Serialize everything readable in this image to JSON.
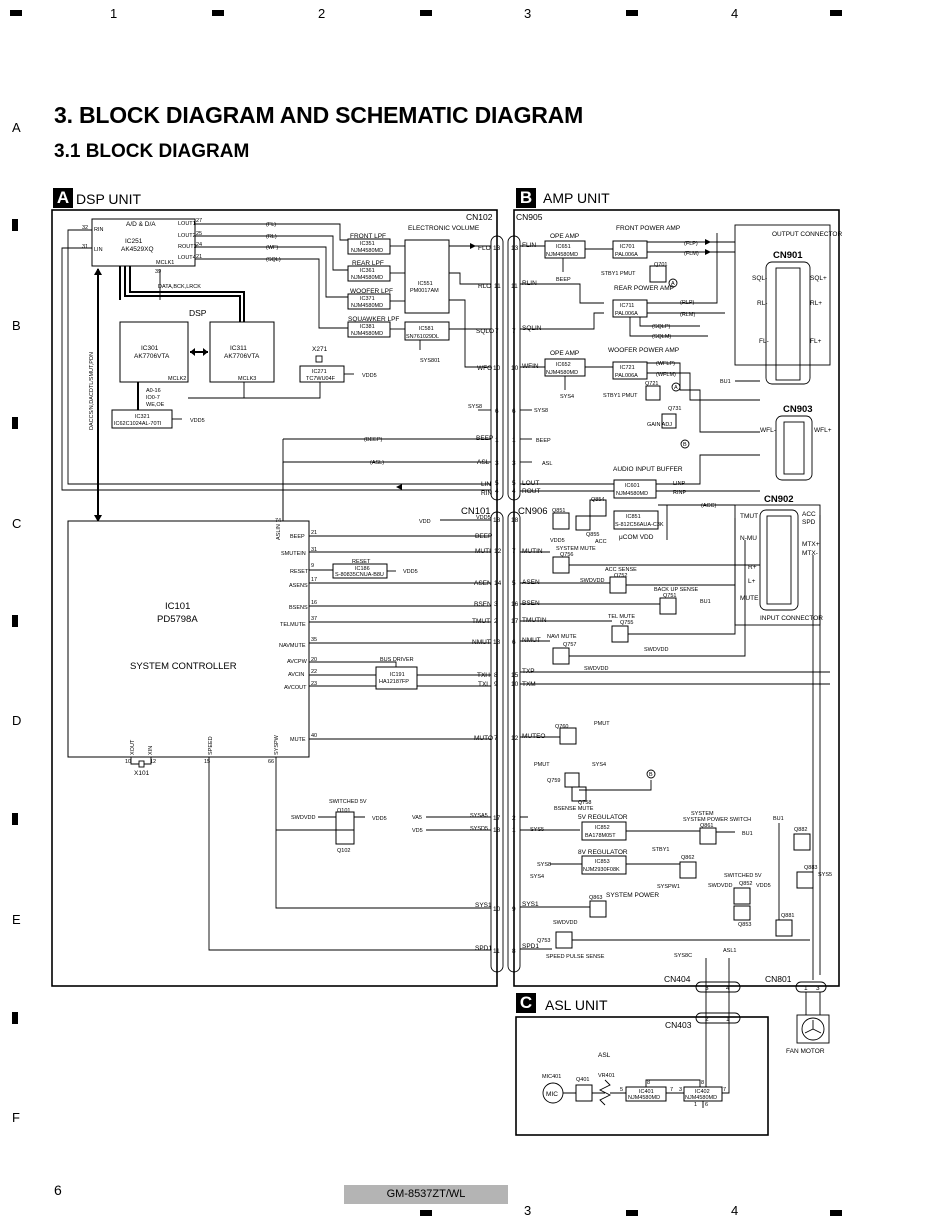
{
  "grid": {
    "columns": [
      "1",
      "2",
      "3",
      "4"
    ],
    "rows": [
      "A",
      "B",
      "C",
      "D",
      "E",
      "F"
    ]
  },
  "heading": {
    "title": "3. BLOCK DIAGRAM AND SCHEMATIC DIAGRAM",
    "subtitle": "3.1 BLOCK DIAGRAM"
  },
  "sections": {
    "dsp": {
      "badge": "A",
      "title": "DSP UNIT"
    },
    "amp": {
      "badge": "B",
      "title": "AMP UNIT"
    },
    "asl": {
      "badge": "C",
      "title": "ASL UNIT"
    }
  },
  "footer": {
    "page": "6",
    "model": "GM-8537ZT/WL"
  },
  "connectors": {
    "cn102": "CN102",
    "cn905": "CN905",
    "cn101": "CN101",
    "cn906": "CN906",
    "cn901": "CN901",
    "cn903": "CN903",
    "cn902": "CN902",
    "cn404": "CN404",
    "cn801": "CN801",
    "cn403": "CN403",
    "output_connector": "OUTPUT CONNECTOR",
    "input_connector": "INPUT CONNECTOR"
  },
  "chips": {
    "ic251": {
      "title": "A/D & D/A",
      "name": "IC251",
      "part": "AK4529XQ"
    },
    "ic301": {
      "name": "IC301",
      "part": "AK7706VTA"
    },
    "ic311": {
      "name": "IC311",
      "part": "AK7706VTA"
    },
    "dsp_label": "DSP",
    "ic321": {
      "name": "IC321",
      "part": "IC62C1024AL-70TI"
    },
    "ic271": {
      "name": "IC271",
      "part": "TC7WU04F"
    },
    "ic351": {
      "func": "FRONT LPF",
      "name": "IC351",
      "part": "NJM4580MD"
    },
    "ic361": {
      "func": "REAR LPF",
      "name": "IC361",
      "part": "NJM4580MD"
    },
    "ic371": {
      "func": "WOOFER LPF",
      "name": "IC371",
      "part": "NJM4580MD"
    },
    "ic381": {
      "func": "SQUAWKER LPF",
      "name": "IC381",
      "part": "NJM4580MD"
    },
    "ic551": {
      "func": "ELECTRONIC VOLUME",
      "name": "IC551",
      "part": "PM0017AM"
    },
    "ic581": {
      "name": "IC581",
      "part": "SN761029DL"
    },
    "ic101": {
      "name": "IC101",
      "part": "PD5798A",
      "func": "SYSTEM CONTROLLER"
    },
    "ic186": {
      "func": "RESET",
      "name": "IC186",
      "part": "S-80835CNUA-B8U"
    },
    "ic191": {
      "func": "BUS DRIVER",
      "name": "IC191",
      "part": "HA12187FP"
    },
    "ic651": {
      "func": "OPE AMP",
      "name": "IC651",
      "part": "NJM4580MD"
    },
    "ic701": {
      "func": "FRONT POWER AMP",
      "name": "IC701",
      "part": "PAL006A"
    },
    "ic711": {
      "func": "REAR POWER AMP",
      "name": "IC711",
      "part": "PAL006A"
    },
    "ic652": {
      "func": "OPE AMP",
      "name": "IC652",
      "part": "NJM4580MD"
    },
    "ic721": {
      "func": "WOOFER POWER AMP",
      "name": "IC721",
      "part": "PAL006A"
    },
    "ic601": {
      "func": "AUDIO INPUT BUFFER",
      "name": "IC601",
      "part": "NJM4580MD"
    },
    "ic851": {
      "name": "IC851",
      "part": "S-812C56AUA-C3K",
      "note": "μCOM VDD"
    },
    "ic852": {
      "func": "5V REGULATOR",
      "name": "IC852",
      "part": "BA178M05T"
    },
    "ic853": {
      "func": "8V REGULATOR",
      "name": "IC853",
      "part": "NJM2930F08K"
    },
    "ic401": {
      "name": "IC401",
      "part": "NJM4580MD"
    },
    "ic402": {
      "name": "IC402",
      "part": "NJM4580MD"
    }
  },
  "transistor_labels": {
    "q101": "Q101",
    "q102": "Q102",
    "switched5v_a": "SWITCHED 5V",
    "q701": "Q701",
    "q721": "Q721",
    "q731": "Q731",
    "gain_adj": "GAIN ADJ",
    "q851": "Q851",
    "q854": "Q854",
    "q855": "Q855",
    "q756": "Q756",
    "system_mute": "SYSTEM MUTE",
    "q752": "Q752",
    "acc_sense": "ACC SENSE",
    "q751": "Q751",
    "backup_sense": "BACK UP SENSE",
    "q755": "Q755",
    "tel_mute": "TEL MUTE",
    "q757": "Q757",
    "navi_mute": "NAVI MUTE",
    "q760": "Q760",
    "q759": "Q759",
    "q758": "Q758",
    "bsense_mute": "BSENSE MUTE",
    "q861": "Q861",
    "system_power_switch": "SYSTEM POWER SWITCH",
    "q862": "Q862",
    "q863": "Q863",
    "system_power": "SYSTEM POWER",
    "q852": "Q852",
    "q853": "Q853",
    "switched5v_b": "SWITCHED 5V",
    "q753": "Q753",
    "speed_pulse_sense": "SPEED PULSE SENSE",
    "q882": "Q882",
    "q883": "Q883",
    "q881": "Q881",
    "q401": "Q401",
    "vr401": "VR401",
    "mic401": "MIC401",
    "mic": "MIC",
    "asl": "ASL",
    "fan_motor": "FAN MOTOR",
    "x101": "X101",
    "x271": "X271"
  },
  "signals": {
    "fl": "(FL)",
    "rl": "(RL)",
    "wf": "(WF)",
    "sql": "(SQL)",
    "flo": "FLO",
    "rlo": "RLO",
    "sqlo": "SQLO",
    "wfo": "WFO",
    "sys8": "SYS8",
    "beep": "BEEP",
    "asl": "ASL",
    "lin": "LIN",
    "rin": "RIN",
    "vdd": "VDD",
    "muti": "MUTI",
    "asen": "ASEN",
    "bsen": "BSEN",
    "tmut": "TMUT",
    "nmut": "NMUT",
    "txh": "TXH",
    "txl": "TXL",
    "muto": "MUTO",
    "sys5": "SYS5",
    "sysd5": "SYSD5",
    "sys1": "SYS1",
    "spd1": "SPD1",
    "flin": "FLIN",
    "rlin": "RLIN",
    "sqlin": "SQLIN",
    "wfin": "WFIN",
    "lout": "LOUT",
    "rout": "ROUT",
    "mutin": "MUTIN",
    "asen_b": "ASEN",
    "bsen_b": "BSEN",
    "tmutin": "TMUTIN",
    "nmut_b": "NMUT",
    "txp": "TXP",
    "txm": "TXM",
    "muteo": "MUTEO",
    "pmut": "PMUT",
    "stby1": "STBY1",
    "sys4": "SYS4",
    "bu1": "BU1",
    "acc": "ACC",
    "spd": "SPD",
    "mtx_p": "MTX+",
    "mtx_m": "MTX-",
    "n_mu": "N-MU",
    "mute": "MUTE",
    "r_plus": "R+",
    "l_plus": "L+",
    "sql_plus": "SQL+",
    "sql_minus": "SQL-",
    "rl_plus": "RL+",
    "rl_minus": "RL-",
    "fl_plus": "FL+",
    "fl_minus": "FL-",
    "wfl_minus": "WFL-",
    "wfl_plus": "WFL+",
    "swdvdd": "SWDVDD",
    "vdd5": "VDD5",
    "pmut_b": "PMUT",
    "flp": "(FLP)",
    "flm": "(FLM)",
    "rlp": "(RLP)",
    "rlm": "(RLM)",
    "sqlp": "(SQLP)",
    "sqlm": "(SQLM)",
    "wflp": "(WFLP)",
    "wflm": "(WFLM)",
    "acc_paren": "(ACC)",
    "beep_paren": "(BEEP)",
    "asl_paren": "(ASL)",
    "data_bus": "DATA,BCK,LRCK",
    "ctrl_bus": "DACCS/N,DACDTL/SMUT,PDN",
    "a016": "A0-16",
    "io07": "IO0-7",
    "weoe": "WE,OE",
    "mclk1": "MCLK1",
    "mclk2": "MCLK2",
    "mclk3": "MCLK3",
    "lout1": "LOUT1",
    "lout2": "LOUT2",
    "rout3": "ROUT3",
    "lout4": "LOUT4",
    "rin_pin": "RIN",
    "lin_pin": "LIN",
    "asli": "ASLIN",
    "smutein": "SMUTEIN",
    "reset": "RESET",
    "asens": "ASENS",
    "bsens": "BSENS",
    "telmute": "TELMUTE",
    "navmute": "NAVMUTE",
    "avcpw": "AVCPW",
    "avcin": "AVCIN",
    "avcout": "AVCOUT",
    "mute_ic": "MUTE",
    "xout": "XOUT",
    "xin": "XIN",
    "speed": "SPEED",
    "syspw": "SYSPW",
    "vas": "VA5",
    "vd5": "VD5",
    "sys8c": "SYS8C",
    "asl1": "ASL1",
    "syspw1": "SYSPW1",
    "stby1pmut": "STBY1 PMUT"
  }
}
